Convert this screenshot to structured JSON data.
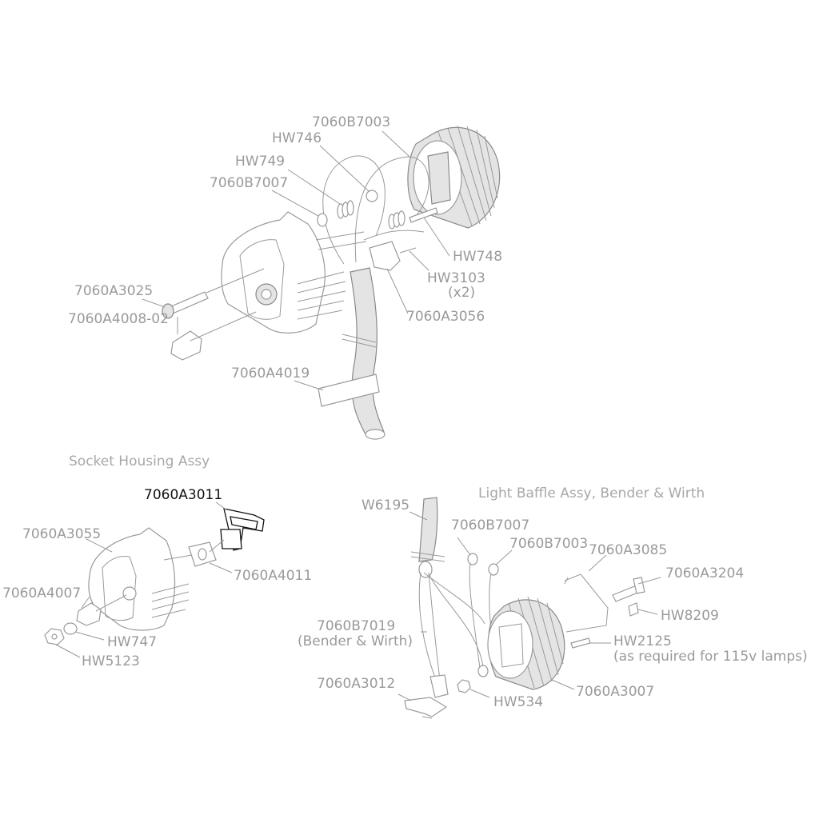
{
  "assemblies": {
    "socket_housing_title": "Socket Housing Assy",
    "light_baffle_title": "Light Baffle Assy, Bender & Wirth"
  },
  "labels": {
    "lamp_top": {
      "p7060B7003": "7060B7003",
      "hw746": "HW746",
      "hw749": "HW749",
      "p7060B7007": "7060B7007",
      "hw748": "HW748",
      "hw3103": "HW3103",
      "hw3103_qty": "(x2)",
      "p7060A3025": "7060A3025",
      "p7060A4008": "7060A4008-02",
      "p7060A3056": "7060A3056",
      "p7060A4019": "7060A4019"
    },
    "socket_housing": {
      "p7060A3011": "7060A3011",
      "p7060A3055": "7060A3055",
      "p7060A4011": "7060A4011",
      "p7060A4007": "7060A4007",
      "hw747": "HW747",
      "hw5123": "HW5123"
    },
    "light_baffle": {
      "w6195": "W6195",
      "p7060B7007": "7060B7007",
      "p7060B7003": "7060B7003",
      "p7060A3085": "7060A3085",
      "p7060A3204": "7060A3204",
      "hw8209": "HW8209",
      "hw2125": "HW2125",
      "hw2125_note": "(as required for 115v lamps)",
      "p7060B7019": "7060B7019",
      "p7060B7019_note": "(Bender & Wirth)",
      "p7060A3012": "7060A3012",
      "hw534": "HW534",
      "p7060A3007": "7060A3007"
    }
  },
  "colors": {
    "line": "#9a9a9a",
    "highlight": "#111111",
    "background": "#ffffff"
  }
}
